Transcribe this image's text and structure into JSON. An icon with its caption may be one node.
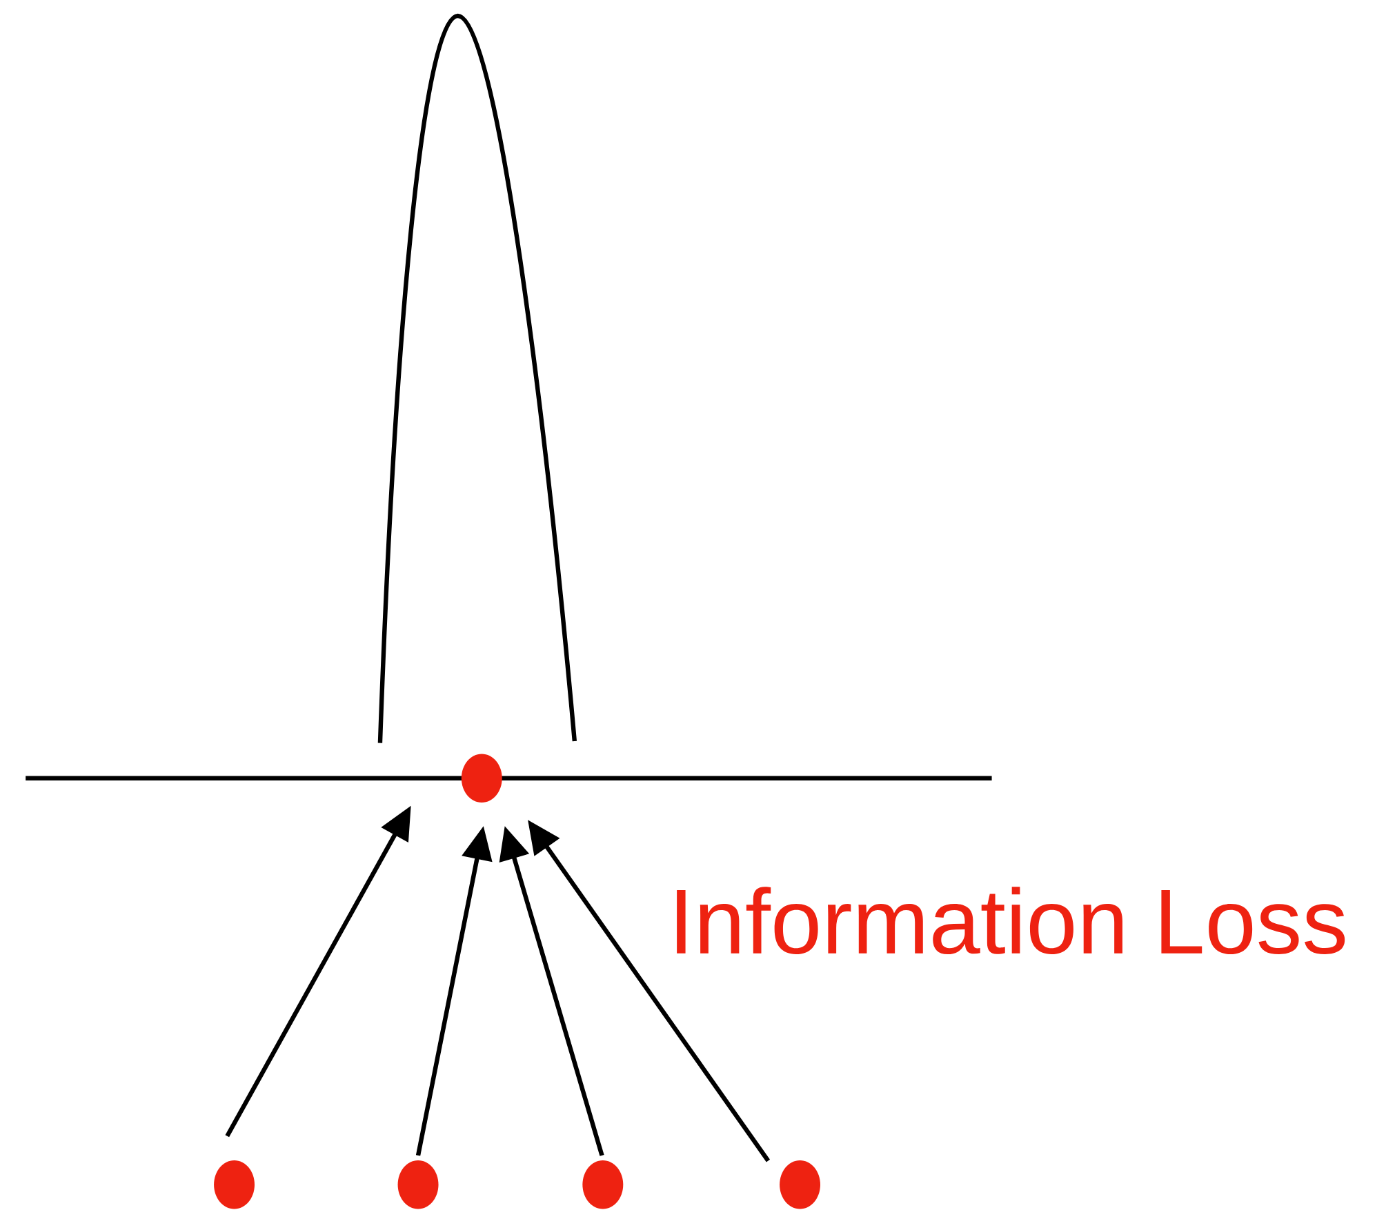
{
  "diagram": {
    "nodes": [
      {
        "text": [],
        "shape": "circle"
      },
      {
        "text": [],
        "shape": "circle"
      },
      {
        "text": [],
        "shape": "circle"
      },
      {
        "text": [],
        "shape": "circle"
      },
      {
        "text": [],
        "shape": "circle"
      }
    ],
    "edges": [
      {
        "from": 1,
        "to": 0,
        "arrow": "to"
      },
      {
        "from": 2,
        "to": 0,
        "arrow": "to"
      },
      {
        "from": 3,
        "to": 0,
        "arrow": "to"
      },
      {
        "from": 4,
        "to": 0,
        "arrow": "to"
      }
    ],
    "labels": [
      "Information Loss"
    ]
  }
}
